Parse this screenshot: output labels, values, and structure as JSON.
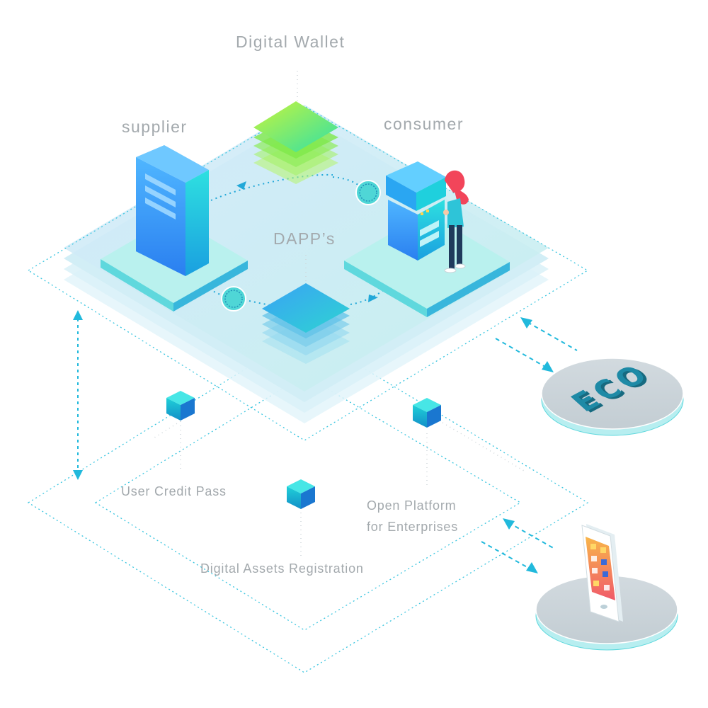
{
  "labels": {
    "digital_wallet": "Digital Wallet",
    "supplier": "supplier",
    "consumer": "consumer",
    "dapps": "DAPP’s",
    "user_credit_pass": "User Credit Pass",
    "open_platform_line1": "Open Platform",
    "open_platform_line2": "for Enterprises",
    "digital_assets_registration": "Digital Assets Registration",
    "eco": "ECO"
  },
  "colors": {
    "label_text": "#a3a9ad",
    "accent_cyan": "#21b9dc",
    "wallet_green": "#7ee84a",
    "server_blue": "#2a8ef0",
    "platform_teal": "#5fe0dd",
    "phone_orange": "#f58a47",
    "person_red": "#f2455a"
  },
  "icons": [
    "server-icon",
    "kiosk-icon",
    "person-icon",
    "token-icon",
    "cube-icon",
    "smartphone-icon",
    "eco-disc-icon"
  ]
}
